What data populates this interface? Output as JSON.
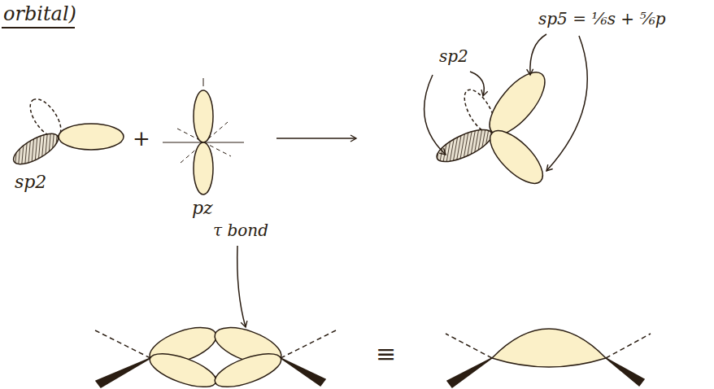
{
  "diagram": {
    "title": "orbital)",
    "labels": [
      "sp2",
      "+",
      "pz",
      "sp2",
      "sp5 = ⅙s + ⅚p",
      "τ bond",
      "≡"
    ]
  }
}
